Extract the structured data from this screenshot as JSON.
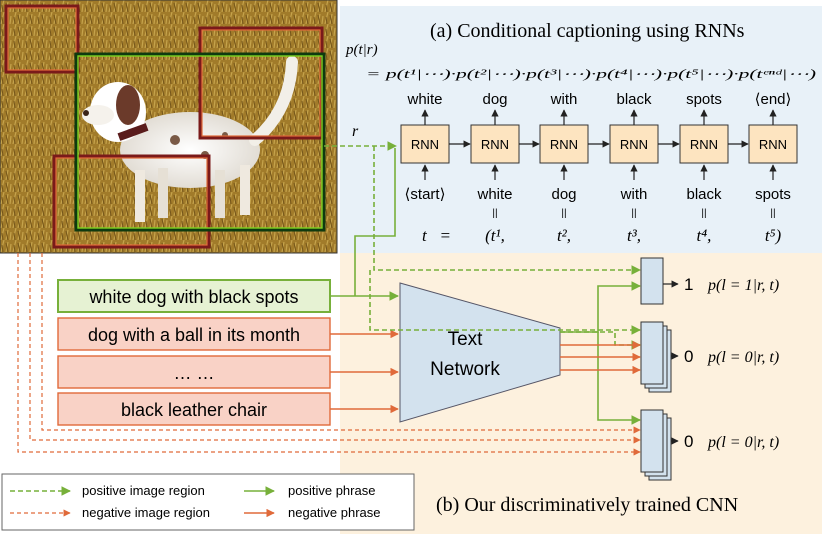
{
  "panel_a": {
    "title": "(a) Conditional captioning using RNNs",
    "prob_line1": "p(t|r)",
    "prob_line2": "= p(t¹|⋯)·p(t²|⋯)·p(t³|⋯)·p(t⁴|⋯)·p(t⁵|⋯)·p(tᵉⁿᵈ|⋯)",
    "r_label": "r",
    "rnn_label": "RNN",
    "output_words": [
      "white",
      "dog",
      "with",
      "black",
      "spots",
      "⟨end⟩"
    ],
    "input_words": [
      "⟨start⟩",
      "white",
      "dog",
      "with",
      "black",
      "spots"
    ],
    "eq_marks": [
      "||",
      "||",
      "||",
      "||",
      "||"
    ],
    "t_line_prefix": "t   =",
    "t_tokens": [
      "(t¹,",
      "t²,",
      "t³,",
      "t⁴,",
      "t⁵)"
    ]
  },
  "panel_b": {
    "title": "(b) Our discriminatively trained CNN",
    "phrases": [
      "white dog with black spots",
      "dog with a ball in its month",
      "… …",
      "black leather chair"
    ],
    "text_network": [
      "Text",
      "Network"
    ],
    "outputs": [
      {
        "value": "1",
        "prob": "p(l = 1|r, t)"
      },
      {
        "value": "0",
        "prob": "p(l = 0|r, t)"
      },
      {
        "value": "0",
        "prob": "p(l = 0|r, t)"
      }
    ]
  },
  "legend": {
    "positive_region": "positive image region",
    "negative_region": "negative image region",
    "positive_phrase": "positive phrase",
    "negative_phrase": "negative phrase"
  },
  "colors": {
    "positive": "#77b03a",
    "negative": "#e06a3a",
    "rnn_fill": "#fde4c0",
    "panel_a_bg": "#e8f1f8",
    "panel_b_bg": "#fdf1de",
    "phrase_pos_fill": "#e6f2d3",
    "phrase_neg_fill": "#f9d2c6",
    "network_fill": "#d3e2ee"
  }
}
